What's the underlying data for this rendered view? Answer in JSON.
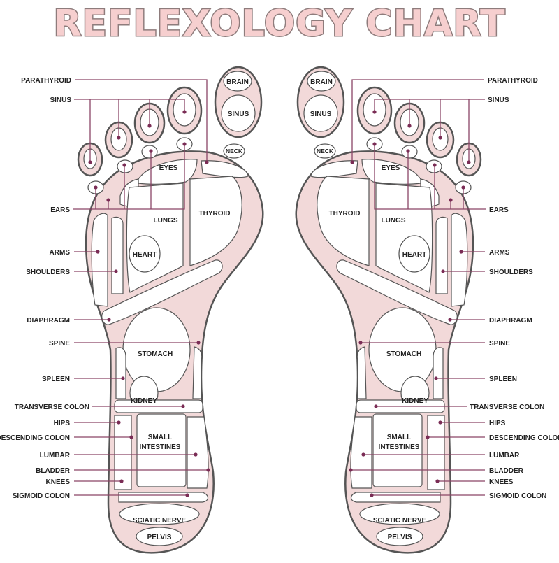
{
  "title": "REFLEXOLOGY CHART",
  "colors": {
    "skin": "#f2d9d9",
    "outline": "#555555",
    "line": "#8a4466",
    "zone": "#ffffff",
    "text": "#222222",
    "title_fill": "#f6cfcf",
    "title_stroke": "#8e7c7c"
  },
  "side_labels": {
    "parathyroid": "PARATHYROID",
    "sinus": "SINUS",
    "ears": "EARS",
    "arms": "ARMS",
    "shoulders": "SHOULDERS",
    "diaphragm": "DIAPHRAGM",
    "spine": "SPINE",
    "spleen": "SPLEEN",
    "transverse_colon": "TRANSVERSE COLON",
    "hips": "HIPS",
    "descending_colon": "DESCENDING COLON",
    "lumbar": "LUMBAR",
    "bladder": "BLADDER",
    "knees": "KNEES",
    "sigmoid_colon": "SIGMOID COLON"
  },
  "zone_labels": {
    "brain": "BRAIN",
    "sinus": "SINUS",
    "neck": "NECK",
    "eyes": "EYES",
    "lungs": "LUNGS",
    "thyroid": "THYROID",
    "heart": "HEART",
    "stomach": "STOMACH",
    "kidney": "KIDNEY",
    "small": "SMALL",
    "intestines": "INTESTINES",
    "sciatic_nerve": "SCIATIC NERVE",
    "pelvis": "PELVIS"
  }
}
